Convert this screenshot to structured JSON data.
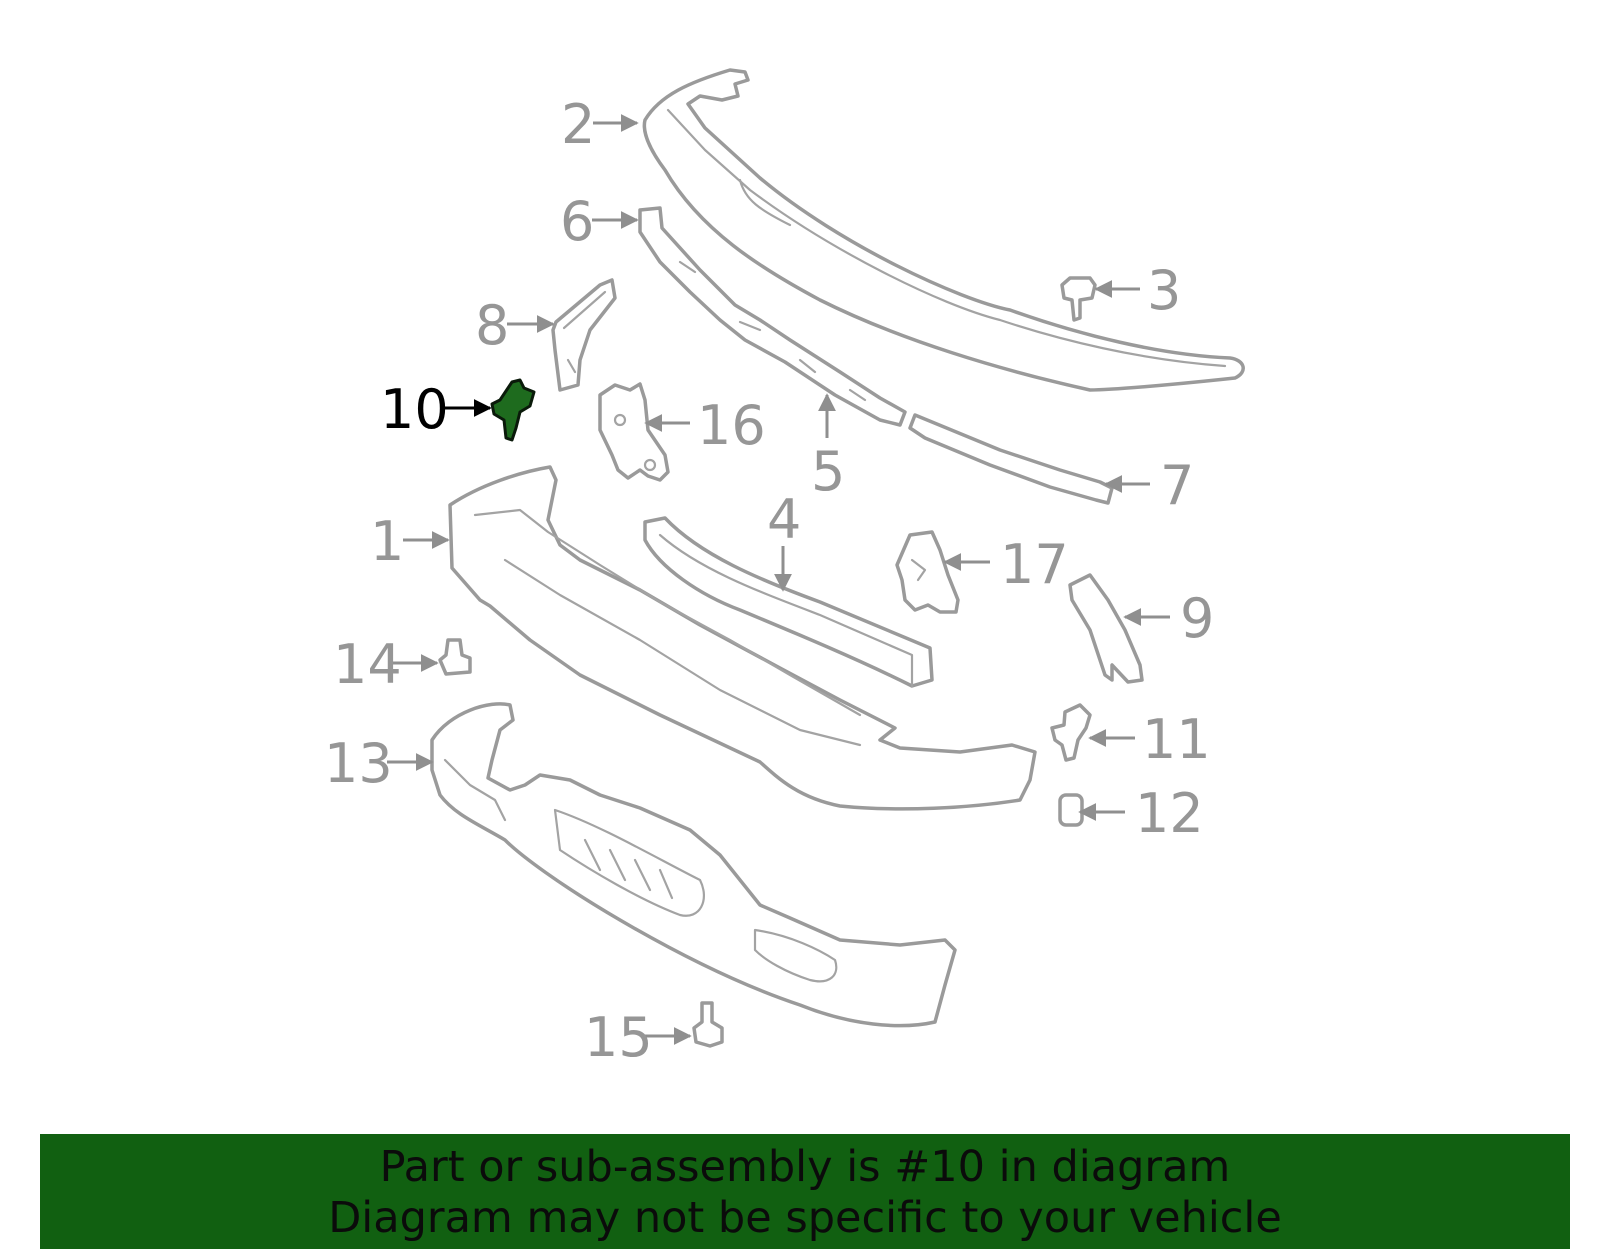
{
  "diagram": {
    "highlight_color": "#1e6b1e",
    "label_color": "#969696",
    "active_label_color": "#000000",
    "callouts": [
      {
        "id": "1",
        "active": false
      },
      {
        "id": "2",
        "active": false
      },
      {
        "id": "3",
        "active": false
      },
      {
        "id": "4",
        "active": false
      },
      {
        "id": "5",
        "active": false
      },
      {
        "id": "6",
        "active": false
      },
      {
        "id": "7",
        "active": false
      },
      {
        "id": "8",
        "active": false
      },
      {
        "id": "9",
        "active": false
      },
      {
        "id": "10",
        "active": true
      },
      {
        "id": "11",
        "active": false
      },
      {
        "id": "12",
        "active": false
      },
      {
        "id": "13",
        "active": false
      },
      {
        "id": "14",
        "active": false
      },
      {
        "id": "15",
        "active": false
      },
      {
        "id": "16",
        "active": false
      },
      {
        "id": "17",
        "active": false
      }
    ]
  },
  "banner": {
    "line1": "Part or sub-assembly is #10 in diagram",
    "line2": "Diagram may not be specific to your vehicle",
    "background": "#116011"
  }
}
